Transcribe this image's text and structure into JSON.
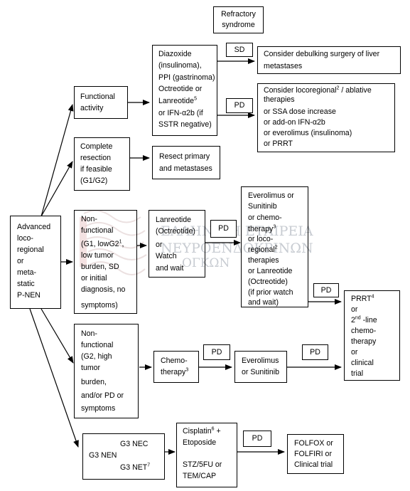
{
  "root": [
    "Advanced",
    "loco-",
    "regional",
    "or",
    "meta-",
    "static",
    "P-NEN"
  ],
  "functional": [
    "Functional",
    "activity"
  ],
  "complete": [
    "Complete",
    "resection",
    "if feasible",
    "(G1/G2)"
  ],
  "nonfunc1": [
    "Non-",
    "functional",
    "(G1, lowG2",
    "low tumor",
    "burden, SD",
    "or initial",
    "diagnosis, no",
    "symptoms)"
  ],
  "nonfunc1_sup": "1",
  "nonfunc2": [
    "Non-",
    "functional",
    "(G2, high",
    "tumor",
    "burden,",
    "and/or PD or",
    "symptoms"
  ],
  "g3": [
    "G3 NEC",
    "G3 NEN",
    "G3 NET"
  ],
  "g3_sup": "7",
  "drugs": [
    "Diazoxide",
    "(insulinoma),",
    "PPI (gastrinoma)",
    "Octreotide or",
    "Lanreotide",
    "or IFN-α2b (if",
    "SSTR negative)"
  ],
  "drugs_sup": "5",
  "refractory": [
    "Refractory",
    "syndrome"
  ],
  "sd": "SD",
  "pd": "PD",
  "debulk": [
    "Consider debulking surgery of liver",
    "metastases"
  ],
  "locoregional": [
    "Consider locoregional",
    " / ablative",
    "therapies",
    "or SSA dose increase",
    "or add-on IFN-α2b",
    "or everolimus (insulinoma)",
    "or PRRT"
  ],
  "locoregional_sup": "2",
  "resect": [
    "Resect primary",
    "and metastases"
  ],
  "lanreotide": [
    "Lanreotide",
    "(Octreotide)",
    "or",
    "Watch",
    "and wait"
  ],
  "everolimus": [
    "Everolimus or",
    "Sunitinib",
    "or chemo-",
    "therapy",
    "or loco-",
    "regional",
    "therapies",
    "or Lanreotide",
    "(Octreotide)",
    "(if prior watch",
    "and wait)"
  ],
  "everolimus_sup3": "3",
  "everolimus_sup2": "2",
  "prrt": [
    "PRRT",
    "or",
    "2",
    "-line",
    "chemo-",
    "therapy",
    "or",
    "clinical",
    "trial"
  ],
  "prrt_sup4": "4",
  "prrt_supnd": "nd",
  "chemo": [
    "Chemo-",
    "therapy"
  ],
  "chemo_sup": "3",
  "evsun": [
    "Everolimus",
    "or Sunitinib"
  ],
  "cisplatin": [
    "Cisplatin",
    " +",
    "Etoposide",
    "STZ/5FU or",
    "TEM/CAP"
  ],
  "cisplatin_sup": "6",
  "folfox": [
    "FOLFOX or",
    "FOLFIRI or",
    "Clinical trial"
  ],
  "watermark": [
    "ΕΛΛΗΝΙΚΗ ΕΤΑΙΡΕΙΑ",
    "ΝΕΥΡΟΕΝΔΟΚΡΙΝΩΝ",
    "ΟΓΚΩΝ"
  ],
  "colors": {
    "line": "#000000",
    "watermark": "#c8ccd2",
    "logo": "#e9c6c6"
  }
}
